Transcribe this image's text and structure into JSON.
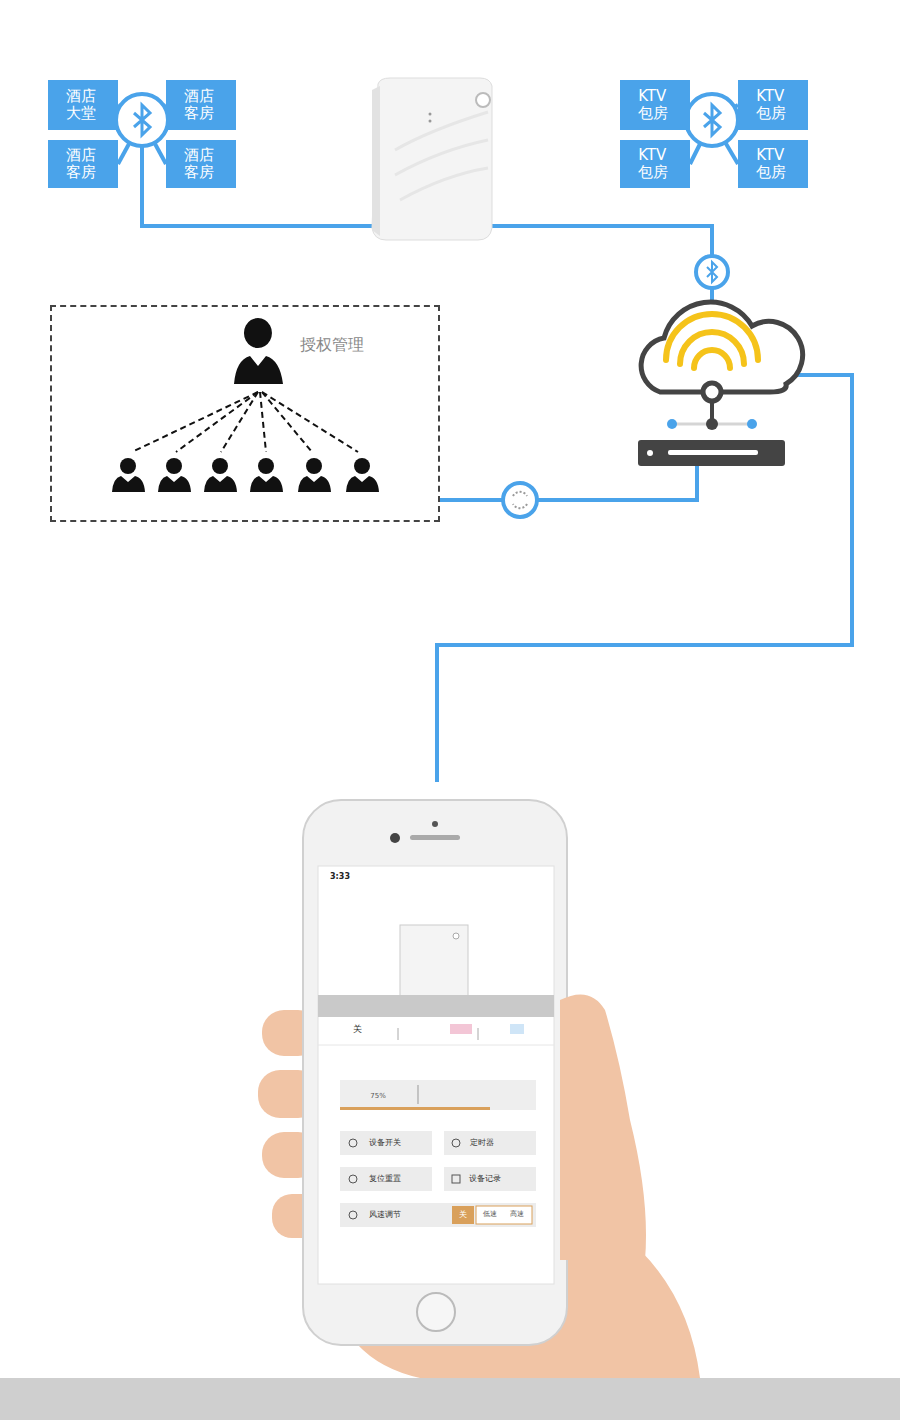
{
  "diagram": {
    "nodes": [
      {
        "text": [
          "酒店大堂"
        ]
      },
      {
        "text": [
          "酒店客房"
        ]
      },
      {
        "text": [
          "酒店客房"
        ]
      },
      {
        "text": [
          "酒店客房"
        ]
      },
      {
        "text": [
          "KTV包房"
        ]
      },
      {
        "text": [
          "KTV包房"
        ]
      },
      {
        "text": [
          "KTV包房"
        ]
      },
      {
        "text": [
          "KTV包房"
        ]
      },
      {
        "text": [
          "授权管理"
        ]
      }
    ],
    "labels": [
      "3:33",
      "关",
      "75%",
      "设备开关",
      "定时器",
      "复位重置",
      "设备记录",
      "风速调节",
      "关",
      "低速",
      "高速"
    ]
  }
}
